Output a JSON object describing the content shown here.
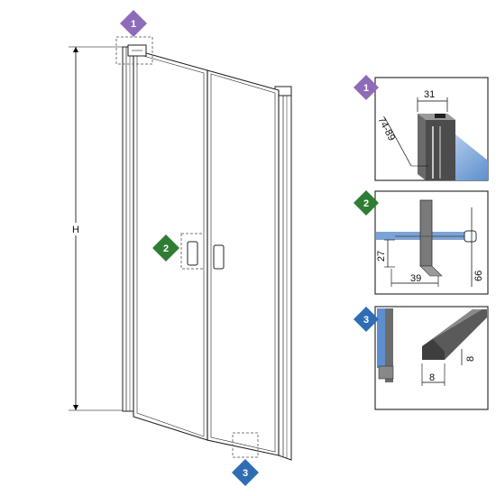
{
  "colors": {
    "purple": "#8e6bb8",
    "green": "#2e7d32",
    "blue": "#2f6db3",
    "glass": "#8fb3d9",
    "frame": "#333333",
    "detail_frame": "#555555"
  },
  "main": {
    "height_label": "H",
    "callout_top": "1",
    "callout_handle": "2",
    "callout_bottom": "3"
  },
  "details": {
    "detail1": {
      "badge": "1",
      "dim_width": "31",
      "dim_range": "74-89"
    },
    "detail2": {
      "badge": "2",
      "dim_height": "27",
      "dim_width": "39",
      "dim_total": "66"
    },
    "detail3": {
      "badge": "3",
      "dim_height": "8",
      "dim_width": "8"
    }
  }
}
